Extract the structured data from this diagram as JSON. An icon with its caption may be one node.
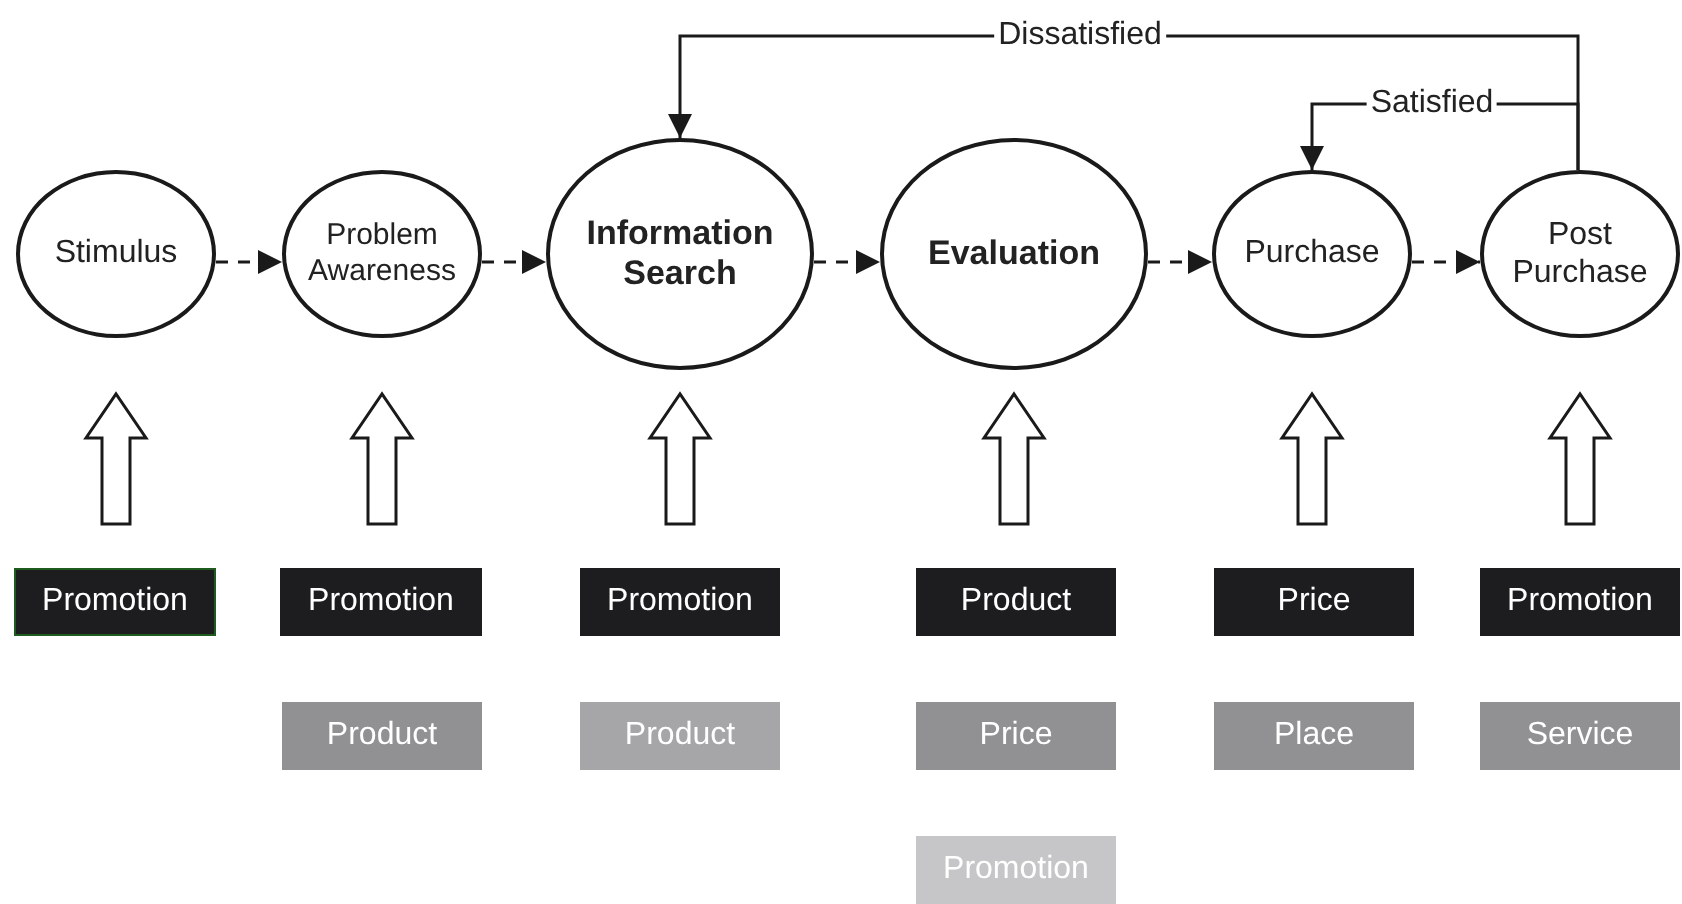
{
  "diagram": {
    "nodes": [
      {
        "text": [
          "Stimulus"
        ]
      },
      {
        "text": [
          "Problem Awareness"
        ]
      },
      {
        "text": [
          "Information Search"
        ]
      },
      {
        "text": [
          "Evaluation"
        ]
      },
      {
        "text": [
          "Purchase"
        ]
      },
      {
        "text": [
          "Post Purchase"
        ]
      },
      {
        "text": [
          "Promotion"
        ]
      },
      {
        "text": [
          "Promotion"
        ]
      },
      {
        "text": [
          "Promotion"
        ]
      },
      {
        "text": [
          "Product"
        ]
      },
      {
        "text": [
          "Price"
        ]
      },
      {
        "text": [
          "Promotion"
        ]
      },
      {
        "text": [
          "Product"
        ]
      },
      {
        "text": [
          "Product"
        ]
      },
      {
        "text": [
          "Price"
        ]
      },
      {
        "text": [
          "Place"
        ]
      },
      {
        "text": [
          "Service"
        ]
      },
      {
        "text": [
          "Promotion"
        ]
      }
    ],
    "edges": [
      {
        "from": 0,
        "to": 1,
        "arrow": "to",
        "style": "dashed"
      },
      {
        "from": 1,
        "to": 2,
        "arrow": "to",
        "style": "dashed"
      },
      {
        "from": 2,
        "to": 3,
        "arrow": "to",
        "style": "dashed"
      },
      {
        "from": 3,
        "to": 4,
        "arrow": "to",
        "style": "dashed"
      },
      {
        "from": 4,
        "to": 5,
        "arrow": "to",
        "style": "dashed"
      },
      {
        "from": 5,
        "to": 2,
        "arrow": "to",
        "label": "Dissatisfied"
      },
      {
        "from": 5,
        "to": 4,
        "arrow": "to",
        "label": "Satisfied"
      },
      {
        "from": 6,
        "to": 0,
        "arrow": "to",
        "style": "thick"
      },
      {
        "from": 7,
        "to": 1,
        "arrow": "to",
        "style": "thick"
      },
      {
        "from": 8,
        "to": 2,
        "arrow": "to",
        "style": "thick"
      },
      {
        "from": 9,
        "to": 3,
        "arrow": "to",
        "style": "thick"
      },
      {
        "from": 10,
        "to": 4,
        "arrow": "to",
        "style": "thick"
      },
      {
        "from": 11,
        "to": 5,
        "arrow": "to",
        "style": "thick"
      }
    ]
  }
}
